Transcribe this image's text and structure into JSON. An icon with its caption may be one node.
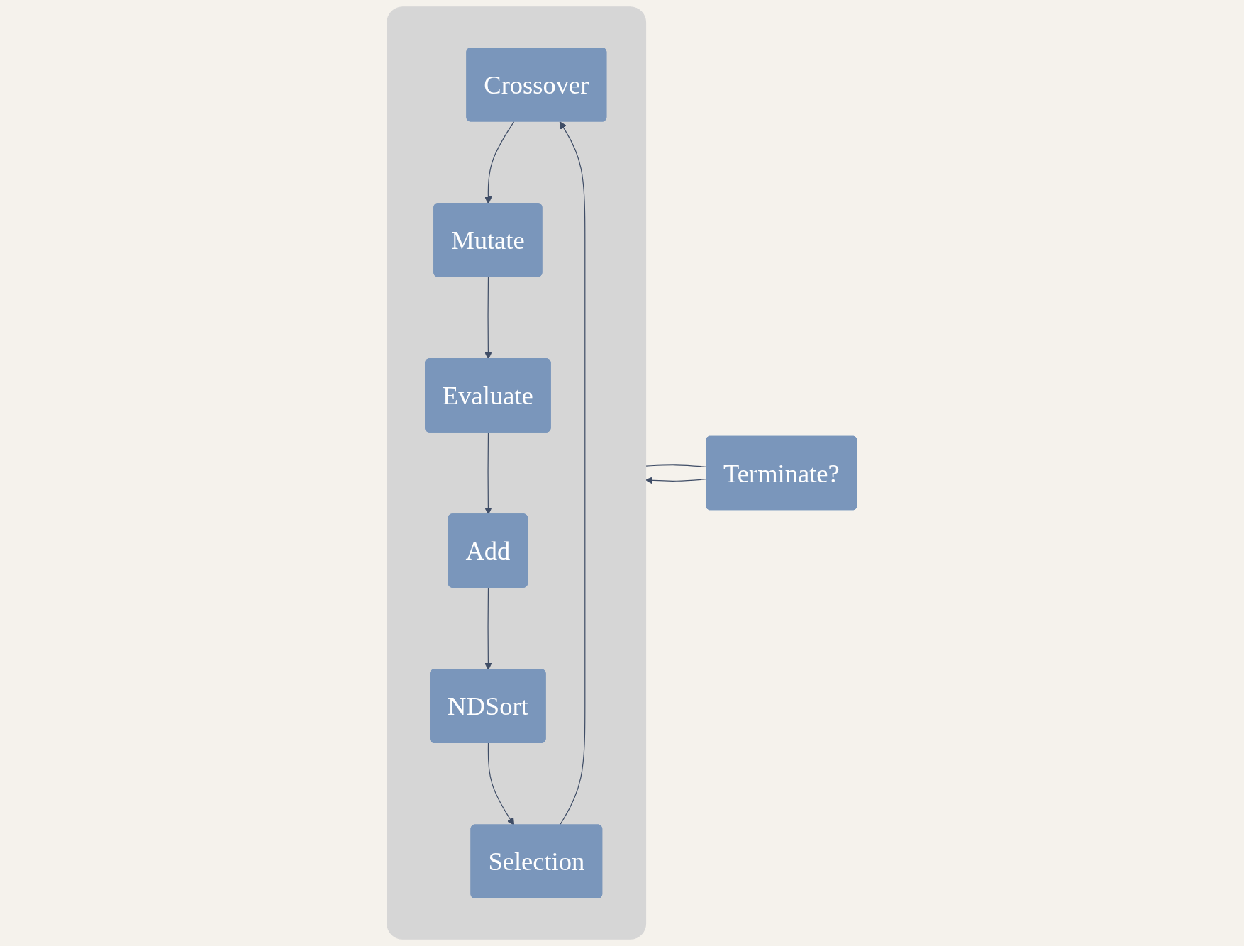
{
  "diagram": {
    "nodes": [
      {
        "text": [
          "Terminate?"
        ]
      },
      {
        "text": [],
        "shape": "box"
      },
      {
        "text": [
          "Crossover"
        ],
        "in": 1
      },
      {
        "text": [
          "Mutate"
        ],
        "in": 1
      },
      {
        "text": [
          "Selection"
        ],
        "in": 1
      },
      {
        "text": [
          "Evaluate"
        ],
        "in": 1
      },
      {
        "text": [
          "NDSort"
        ],
        "in": 1
      },
      {
        "text": [
          "Add"
        ],
        "in": 1
      }
    ],
    "edges": [
      {
        "from": 2,
        "to": 3,
        "arrow": "to"
      },
      {
        "from": 3,
        "to": 5,
        "arrow": "to"
      },
      {
        "from": 5,
        "to": 7,
        "arrow": "to"
      },
      {
        "from": 7,
        "to": 6,
        "arrow": "to"
      },
      {
        "from": 6,
        "to": 4,
        "arrow": "to"
      },
      {
        "from": 4,
        "to": 2,
        "arrow": "to"
      },
      {
        "from": 0,
        "to": 1,
        "arrow": "to"
      },
      {
        "from": 1,
        "to": 0,
        "arrow": "none"
      }
    ]
  }
}
